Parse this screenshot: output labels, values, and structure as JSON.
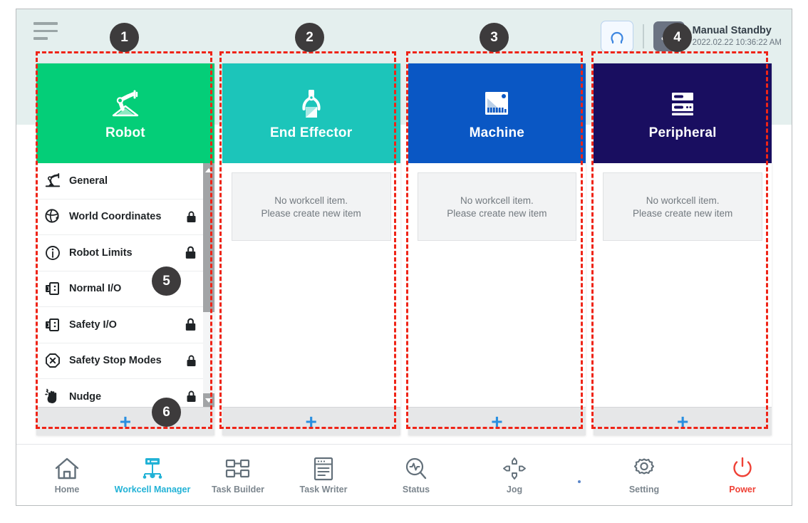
{
  "header": {
    "menu_icon": "hamburger-menu-icon",
    "reset_pose_icon": "reset-pose-icon",
    "hand_mode_icon": "hand-guiding-icon",
    "status_title": "Manual Standby",
    "status_timestamp": "2022.02.22 10:36:22 AM"
  },
  "cards": [
    {
      "id": "robot",
      "title": "Robot",
      "icon": "robot-arm-icon",
      "color": "#04CE78",
      "type": "list",
      "add_label": "+",
      "items": [
        {
          "label": "General",
          "icon": "robot-arm-icon",
          "locked": false
        },
        {
          "label": "World Coordinates",
          "icon": "globe-icon",
          "locked": true
        },
        {
          "label": "Robot Limits",
          "icon": "limits-circle-icon",
          "locked": true
        },
        {
          "label": "Normal I/O",
          "icon": "io-port-icon",
          "locked": false
        },
        {
          "label": "Safety I/O",
          "icon": "io-port-icon",
          "locked": true
        },
        {
          "label": "Safety Stop Modes",
          "icon": "stop-octagon-icon",
          "locked": true
        },
        {
          "label": "Nudge",
          "icon": "hand-nudge-icon",
          "locked": true
        }
      ]
    },
    {
      "id": "end-effector",
      "title": "End Effector",
      "icon": "gripper-icon",
      "color": "#1CC5BA",
      "type": "empty",
      "add_label": "+",
      "empty_line1": "No workcell item.",
      "empty_line2": "Please create new item"
    },
    {
      "id": "machine",
      "title": "Machine",
      "icon": "machine-icon",
      "color": "#0A57C4",
      "type": "empty",
      "add_label": "+",
      "empty_line1": "No workcell item.",
      "empty_line2": "Please create new item"
    },
    {
      "id": "peripheral",
      "title": "Peripheral",
      "icon": "peripheral-rack-icon",
      "color": "#190E60",
      "type": "empty",
      "add_label": "+",
      "empty_line1": "No workcell item.",
      "empty_line2": "Please create new item"
    }
  ],
  "bottom_nav": {
    "left": [
      {
        "label": "Home",
        "icon": "home-icon",
        "active": false
      },
      {
        "label": "Workcell Manager",
        "icon": "workcell-manager-icon",
        "active": true
      },
      {
        "label": "Task Builder",
        "icon": "task-builder-icon",
        "active": false
      },
      {
        "label": "Task Writer",
        "icon": "task-writer-icon",
        "active": false
      }
    ],
    "right": [
      {
        "label": "Status",
        "icon": "status-scope-icon",
        "active": false
      },
      {
        "label": "Jog",
        "icon": "jog-pad-icon",
        "active": false
      },
      {
        "label": "Setting",
        "icon": "gear-icon",
        "active": false
      },
      {
        "label": "Power",
        "icon": "power-icon",
        "active": false
      }
    ]
  },
  "annotations": [
    {
      "number": "1"
    },
    {
      "number": "2"
    },
    {
      "number": "3"
    },
    {
      "number": "4"
    },
    {
      "number": "5"
    },
    {
      "number": "6"
    }
  ],
  "colors": {
    "robot": "#04CE78",
    "end_effector": "#1CC5BA",
    "machine": "#0A57C4",
    "peripheral": "#190E60",
    "accent_blue": "#2a8fe0",
    "active_nav": "#22b2d6",
    "power_red": "#ef4136",
    "annotation_red": "#ef2417",
    "header_band": "#e4efee"
  }
}
